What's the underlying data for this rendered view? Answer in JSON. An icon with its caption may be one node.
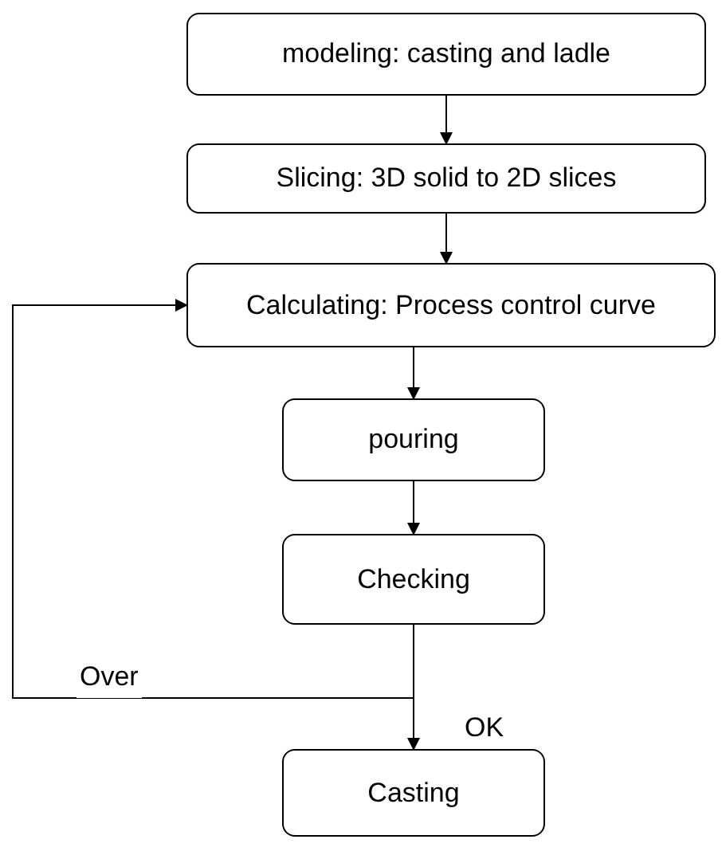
{
  "diagram": {
    "nodes": [
      {
        "text": [
          "modeling: casting and ladle"
        ]
      },
      {
        "text": [
          "Slicing: 3D solid to 2D slices"
        ]
      },
      {
        "text": [
          "Calculating: Process control curve"
        ]
      },
      {
        "text": [
          "pouring"
        ]
      },
      {
        "text": [
          "Checking"
        ]
      },
      {
        "text": [
          "Casting"
        ]
      }
    ],
    "edges": [
      {
        "from": 0,
        "to": 1,
        "arrow": "to"
      },
      {
        "from": 1,
        "to": 2,
        "arrow": "to"
      },
      {
        "from": 2,
        "to": 3,
        "arrow": "to"
      },
      {
        "from": 3,
        "to": 4,
        "arrow": "to"
      },
      {
        "from": 4,
        "to": 2,
        "arrow": "to",
        "label": "Over"
      },
      {
        "from": 4,
        "to": 5,
        "arrow": "to",
        "label": "OK"
      }
    ]
  }
}
